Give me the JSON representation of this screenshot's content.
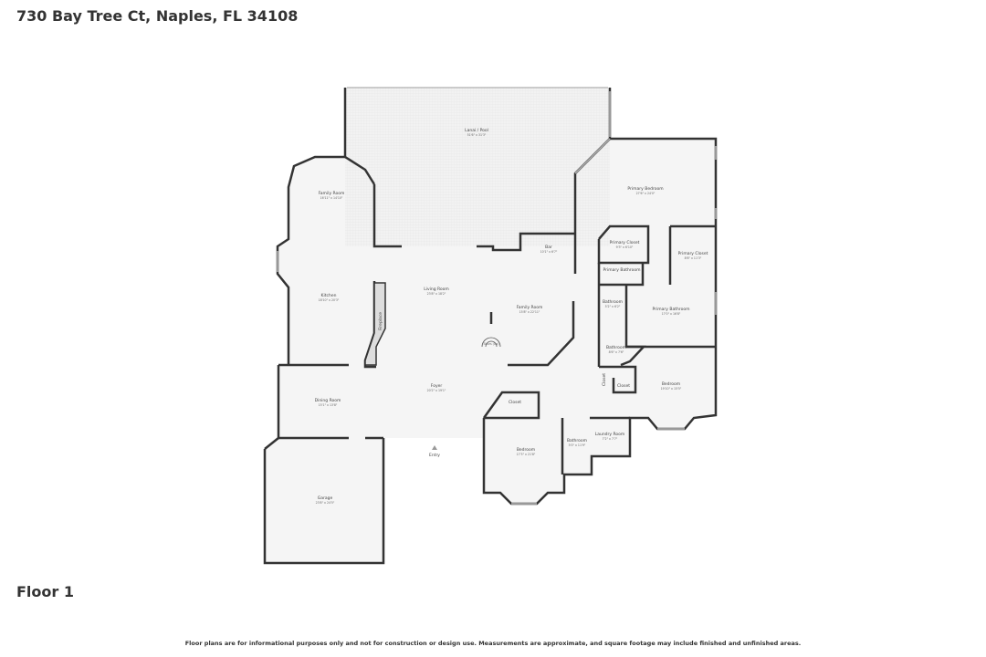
{
  "header": {
    "address": "730 Bay Tree Ct, Naples, FL 34108"
  },
  "floor_label": "Floor 1",
  "footer": {
    "disclaimer": "Floor plans are for informational purposes only and not for construction or design use. Measurements are approximate, and square footage may include finished and unfinished areas."
  },
  "rooms": [
    {
      "name": "Lanai / Pool",
      "dims": "51'6\" x 31'3\""
    },
    {
      "name": "Family Room",
      "dims": "16'11\" x 14'10\""
    },
    {
      "name": "Primary Bedroom",
      "dims": "27'6\" x 24'0\""
    },
    {
      "name": "Bar",
      "dims": "10'1\" x 6'7\""
    },
    {
      "name": "Primary Closet",
      "dims": "9'3\" x 6'10\""
    },
    {
      "name": "Primary Closet",
      "dims": "8'6\" x 11'3\""
    },
    {
      "name": "Primary Bathroom",
      "dims": ""
    },
    {
      "name": "Kitchen",
      "dims": "18'10\" x 20'3\""
    },
    {
      "name": "Living Room",
      "dims": "23'8\" x 18'2\""
    },
    {
      "name": "Family Room",
      "dims": "15'8\" x 22'11\""
    },
    {
      "name": "Bathroom",
      "dims": "5'2\" x 6'2\""
    },
    {
      "name": "Primary Bathroom",
      "dims": "17'0\" x 16'8\""
    },
    {
      "name": "Bathroom",
      "dims": "8'6\" x 7'6\""
    },
    {
      "name": "Foyer",
      "dims": "20'2\" x 19'1\""
    },
    {
      "name": "Dining Room",
      "dims": "15'1\" x 13'8\""
    },
    {
      "name": "Closet",
      "dims": ""
    },
    {
      "name": "Closet",
      "dims": ""
    },
    {
      "name": "Closet",
      "dims": ""
    },
    {
      "name": "Bedroom",
      "dims": "19'10\" x 15'5\""
    },
    {
      "name": "Laundry Room",
      "dims": "7'2\" x 7'7\""
    },
    {
      "name": "Bathroom",
      "dims": "5'0\" x 11'9\""
    },
    {
      "name": "Bedroom",
      "dims": "17'3\" x 21'8\""
    },
    {
      "name": "Garage",
      "dims": "23'8\" x 24'5\""
    },
    {
      "name": "Entry",
      "dims": ""
    }
  ],
  "fixtures": {
    "fireplace": "Fireplace",
    "stairs": "Stairs (Up)"
  }
}
